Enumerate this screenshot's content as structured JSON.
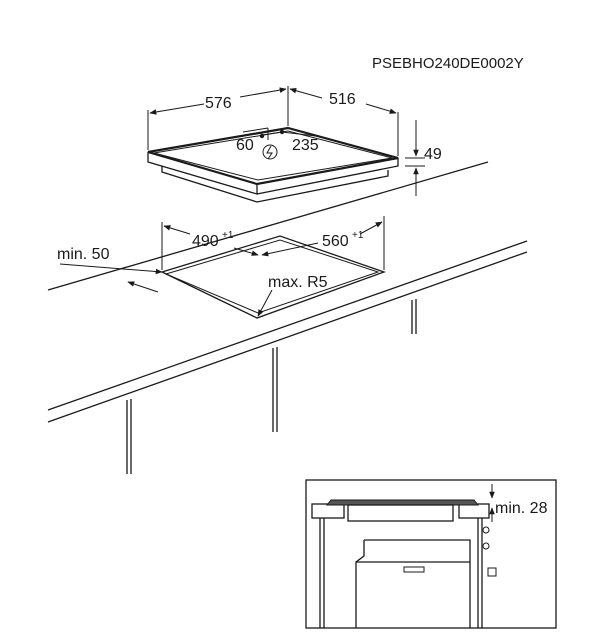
{
  "diagram": {
    "code": "PSEBHO240DE0002Y",
    "dimensions": {
      "width_hob": "576",
      "depth_hob": "516",
      "height_hob": "49",
      "connection_offset": "60",
      "connection_distance": "235",
      "cutout_width": "490",
      "cutout_width_tol": "+1",
      "cutout_depth": "560",
      "cutout_depth_tol": "+1",
      "min_edge": "min. 50",
      "max_radius": "max. R5",
      "min_clearance": "min. 28"
    },
    "icons": {
      "power": "power-connection-icon"
    }
  }
}
